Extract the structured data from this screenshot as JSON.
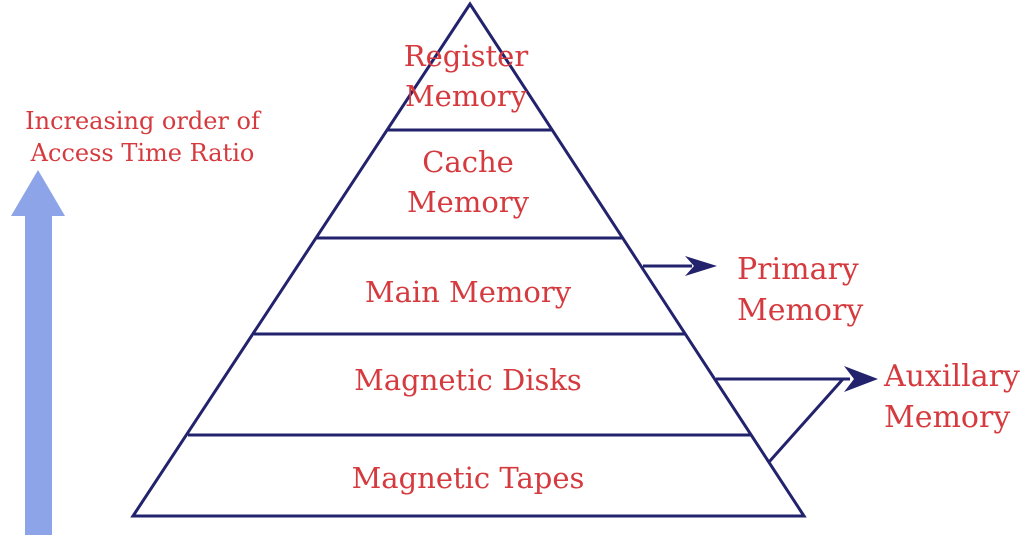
{
  "colors": {
    "outline_navy": "#23226d",
    "text_red": "#d53a3e",
    "arrow_blue": "#8da5e8",
    "background": "#ffffff"
  },
  "left_annotation": {
    "line1": "Increasing order of",
    "line2": "Access Time Ratio"
  },
  "pyramid": {
    "levels": [
      {
        "id": "register-memory",
        "line1": "Register",
        "line2": "Memory"
      },
      {
        "id": "cache-memory",
        "line1": "Cache",
        "line2": "Memory"
      },
      {
        "id": "main-memory",
        "line1": "Main Memory"
      },
      {
        "id": "magnetic-disks",
        "line1": "Magnetic Disks"
      },
      {
        "id": "magnetic-tapes",
        "line1": "Magnetic Tapes"
      }
    ]
  },
  "annotations": {
    "primary": {
      "line1": "Primary",
      "line2": "Memory"
    },
    "auxillary": {
      "line1": "Auxillary",
      "line2": "Memory"
    }
  }
}
